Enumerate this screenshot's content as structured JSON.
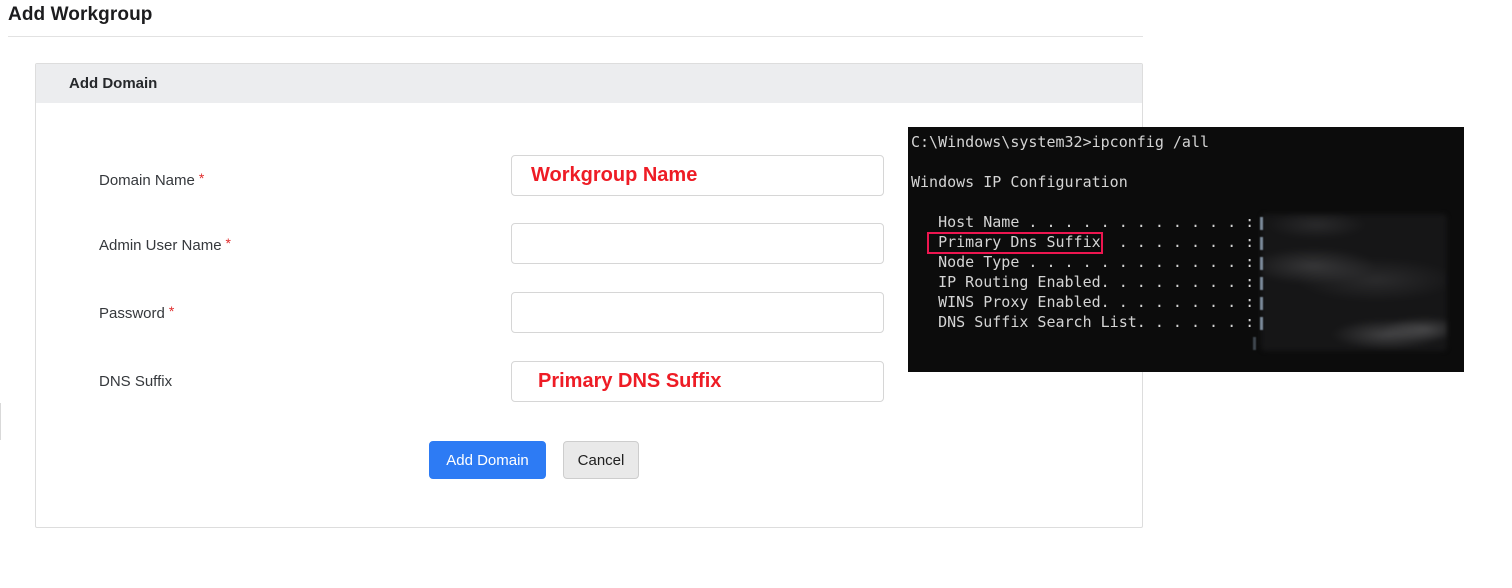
{
  "page": {
    "title": "Add Workgroup"
  },
  "panel": {
    "header": "Add Domain",
    "fields": [
      {
        "label": "Domain Name",
        "star": "*",
        "value": "",
        "annotation": "Workgroup Name"
      },
      {
        "label": "Admin User Name",
        "star": "*",
        "value": "",
        "annotation": ""
      },
      {
        "label": "Password",
        "star": "*",
        "value": "",
        "annotation": ""
      },
      {
        "label": "DNS Suffix",
        "star": "",
        "value": "",
        "annotation": "Primary DNS Suffix"
      }
    ],
    "buttons": {
      "submit": "Add Domain",
      "cancel": "Cancel"
    }
  },
  "terminal": {
    "lines": [
      {
        "text": "C:\\Windows\\system32>ipconfig /all"
      },
      {
        "text": ""
      },
      {
        "text": "Windows IP Configuration"
      },
      {
        "text": ""
      },
      {
        "text": "   Host Name . . . . . . . . . . . . : "
      },
      {
        "pre": "   ",
        "hl": "Primary Dns Suffix",
        "post": "  . . . . . . . : "
      },
      {
        "text": "   Node Type . . . . . . . . . . . . : "
      },
      {
        "text": "   IP Routing Enabled. . . . . . . . : "
      },
      {
        "text": "   WINS Proxy Enabled. . . . . . . . : "
      },
      {
        "text": "   DNS Suffix Search List. . . . . . : "
      },
      {
        "text": ""
      }
    ],
    "highlighted_text": "Primary Dns Suffix",
    "redacted_values": true
  },
  "colors": {
    "primary_button": "#2d7bf4",
    "annotation_red": "#ee1c25",
    "highlight_box_red": "#ed1650",
    "required_asterisk": "#e02b2b",
    "panel_header_bg": "#ecedef",
    "terminal_bg": "#0c0c0c",
    "terminal_fg": "#d4d4d4"
  }
}
